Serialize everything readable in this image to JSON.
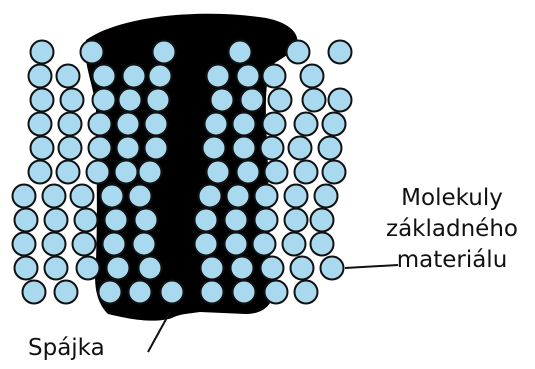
{
  "labels": {
    "molecules": [
      "Molekuly",
      "základného",
      "materiálu"
    ],
    "solder": "Spájka"
  },
  "colors": {
    "molecule_fill": "#a9d9ee",
    "molecule_stroke": "#111111",
    "solder_fill": "#000000",
    "leader_line": "#111111"
  }
}
